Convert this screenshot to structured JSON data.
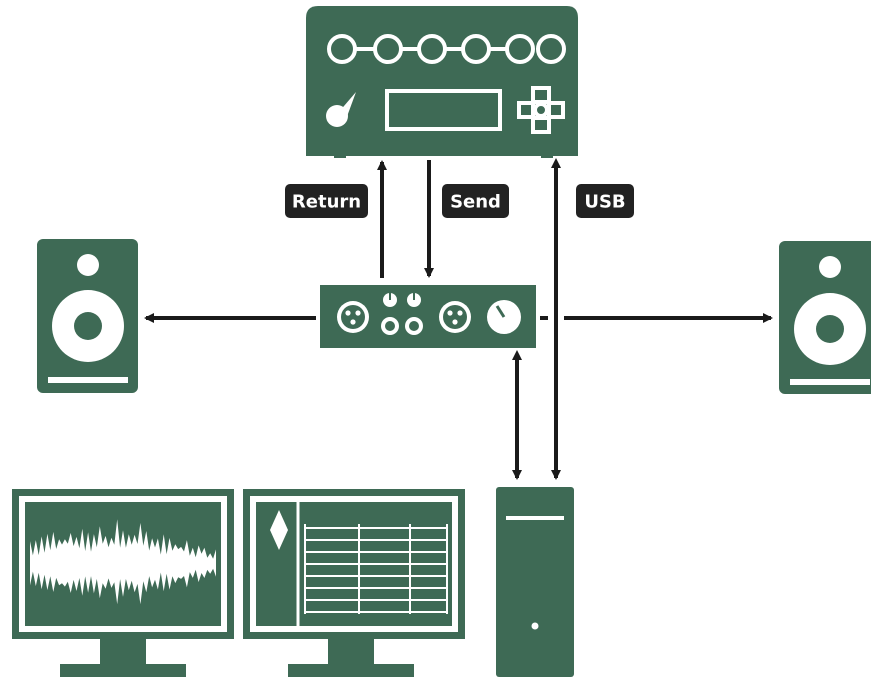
{
  "labels": {
    "return": "Return",
    "send": "Send",
    "usb": "USB"
  },
  "colors": {
    "device_green": "#3e6a55",
    "arrow": "#1a1a1a",
    "label_bg": "#222222",
    "label_text": "#ffffff",
    "background": "#ffffff"
  },
  "icons": [
    "modeler-unit-icon",
    "audio-interface-icon",
    "left-speaker-icon",
    "right-speaker-icon",
    "pc-tower-icon",
    "waveform-monitor-icon",
    "daw-monitor-icon"
  ]
}
